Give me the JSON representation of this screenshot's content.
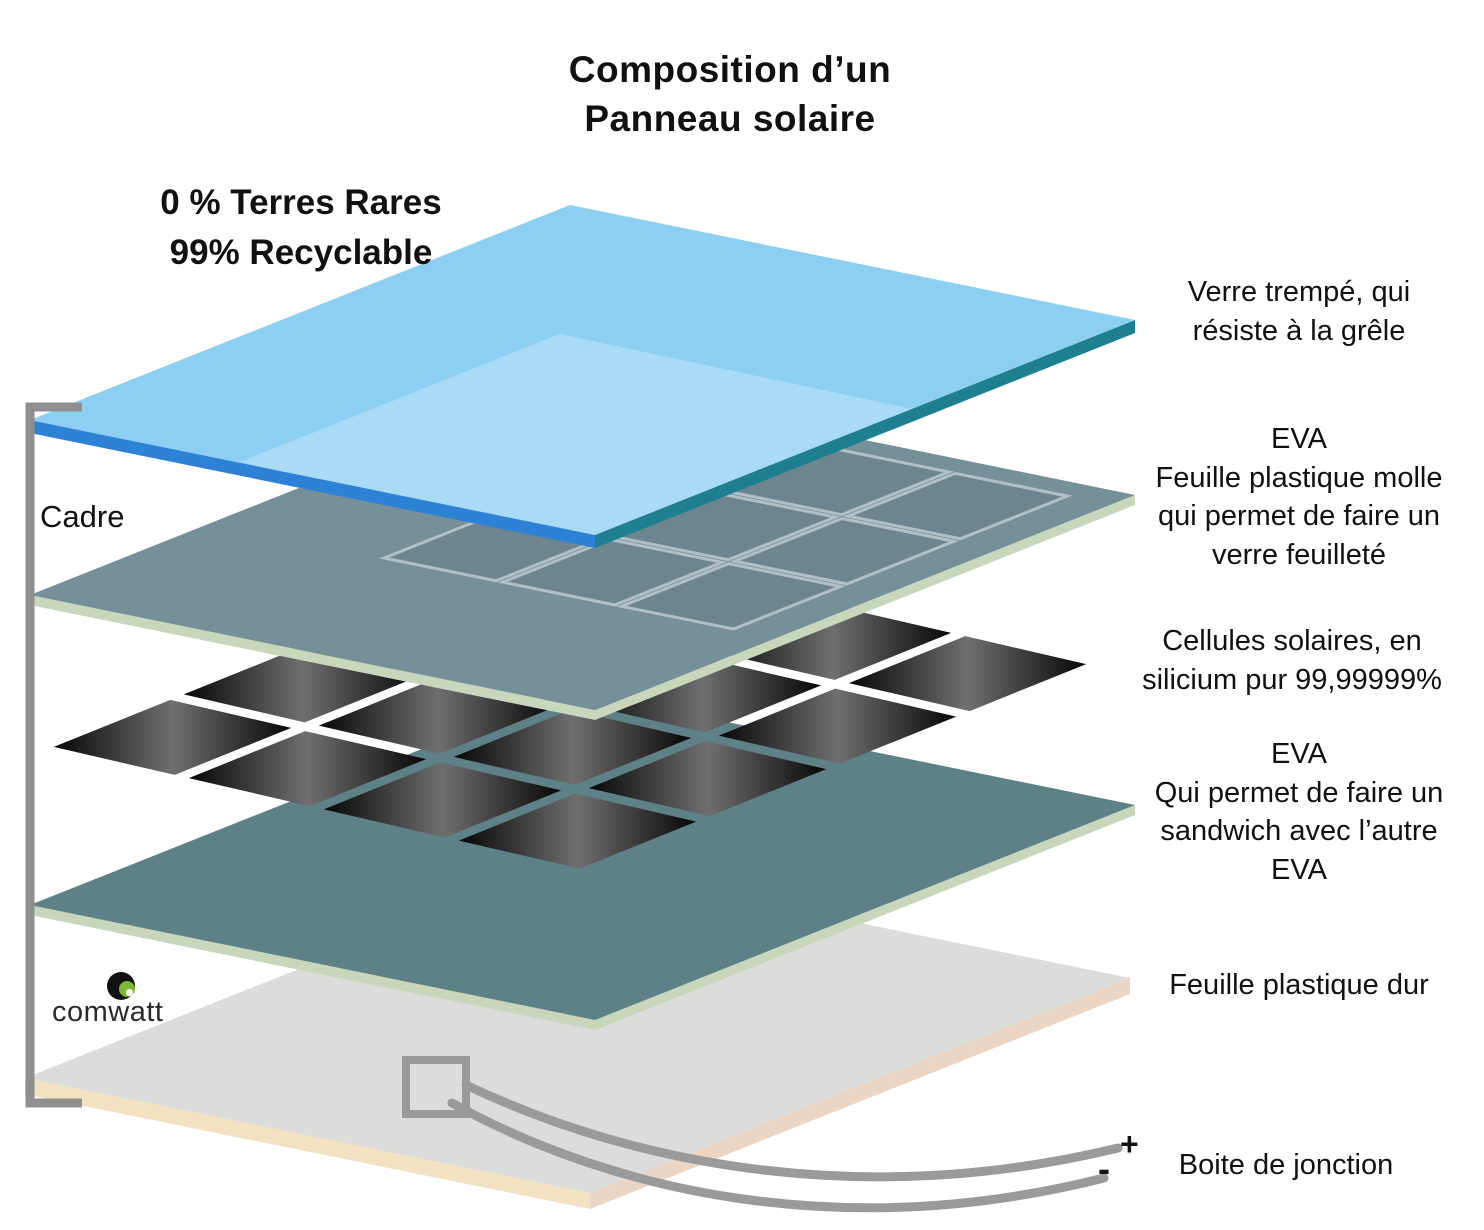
{
  "title": "Composition d’un\nPanneau solaire",
  "eco_badge": "0 % Terres Rares\n99% Recyclable",
  "frame_label": "Cadre",
  "logo_text": "comwatt",
  "layer_labels": {
    "glass": "Verre trempé, qui\nrésiste à la grêle",
    "eva_top": "EVA\nFeuille plastique molle\nqui permet de faire un\nverre feuilleté",
    "cells": "Cellules solaires, en\nsilicium pur 99,99999%",
    "eva_bottom": "EVA\nQui permet de faire un\nsandwich avec l’autre\nEVA",
    "backsheet": "Feuille plastique dur",
    "junction_box": "Boite de jonction"
  },
  "polarity": {
    "positive": "+",
    "negative": "-"
  },
  "colors": {
    "glass_top": "#8ccff3",
    "glass_front": "#2e82d6",
    "glass_side": "#1e7f90",
    "eva_top_face": "#76909a",
    "eva_bottom_face": "#5d8187",
    "eva_edge": "#c8d6bb",
    "cell_dark": "#060606",
    "cell_light": "#6f6f6f",
    "backsheet_top": "#dcdcdb",
    "backsheet_front": "#f2e2c2",
    "backsheet_side": "#ebd5c5",
    "frame_gray": "#8f8f8f",
    "wire_gray": "#9a9a9a",
    "logo_green": "#7cb82f",
    "text_color": "#111111"
  }
}
